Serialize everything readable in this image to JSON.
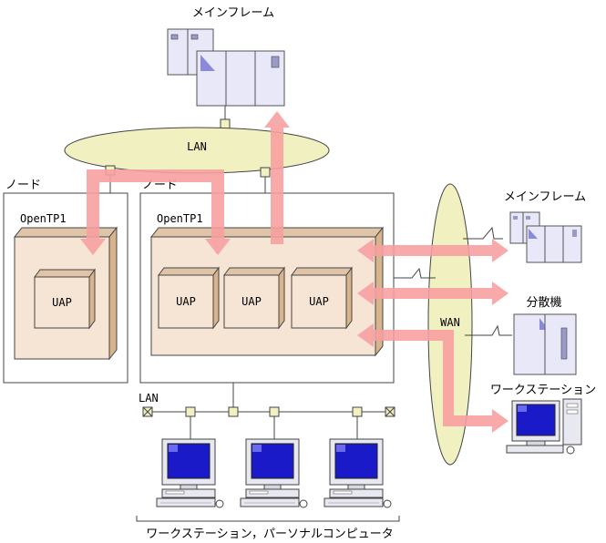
{
  "labels": {
    "mainframe_top": "メインフレーム",
    "lan_top": "LAN",
    "node_left": "ノード",
    "node_right": "ノード",
    "opentp1_left": "OpenTP1",
    "opentp1_right": "OpenTP1",
    "uap": "UAP",
    "wan": "WAN",
    "mainframe_right": "メインフレーム",
    "distributed": "分散機",
    "workstation_right": "ワークステーション",
    "lan_bottom": "LAN",
    "clients_caption": "ワークステーション，パーソナルコンピュータ"
  },
  "colors": {
    "arrow": "#f7a0a0",
    "network_ellipse": "#f0f0c0",
    "box_fill": "#f6e4d4",
    "box_side": "#d8b48c",
    "device_fill": "#e8e8f8",
    "screen": "#1a1ac8"
  }
}
